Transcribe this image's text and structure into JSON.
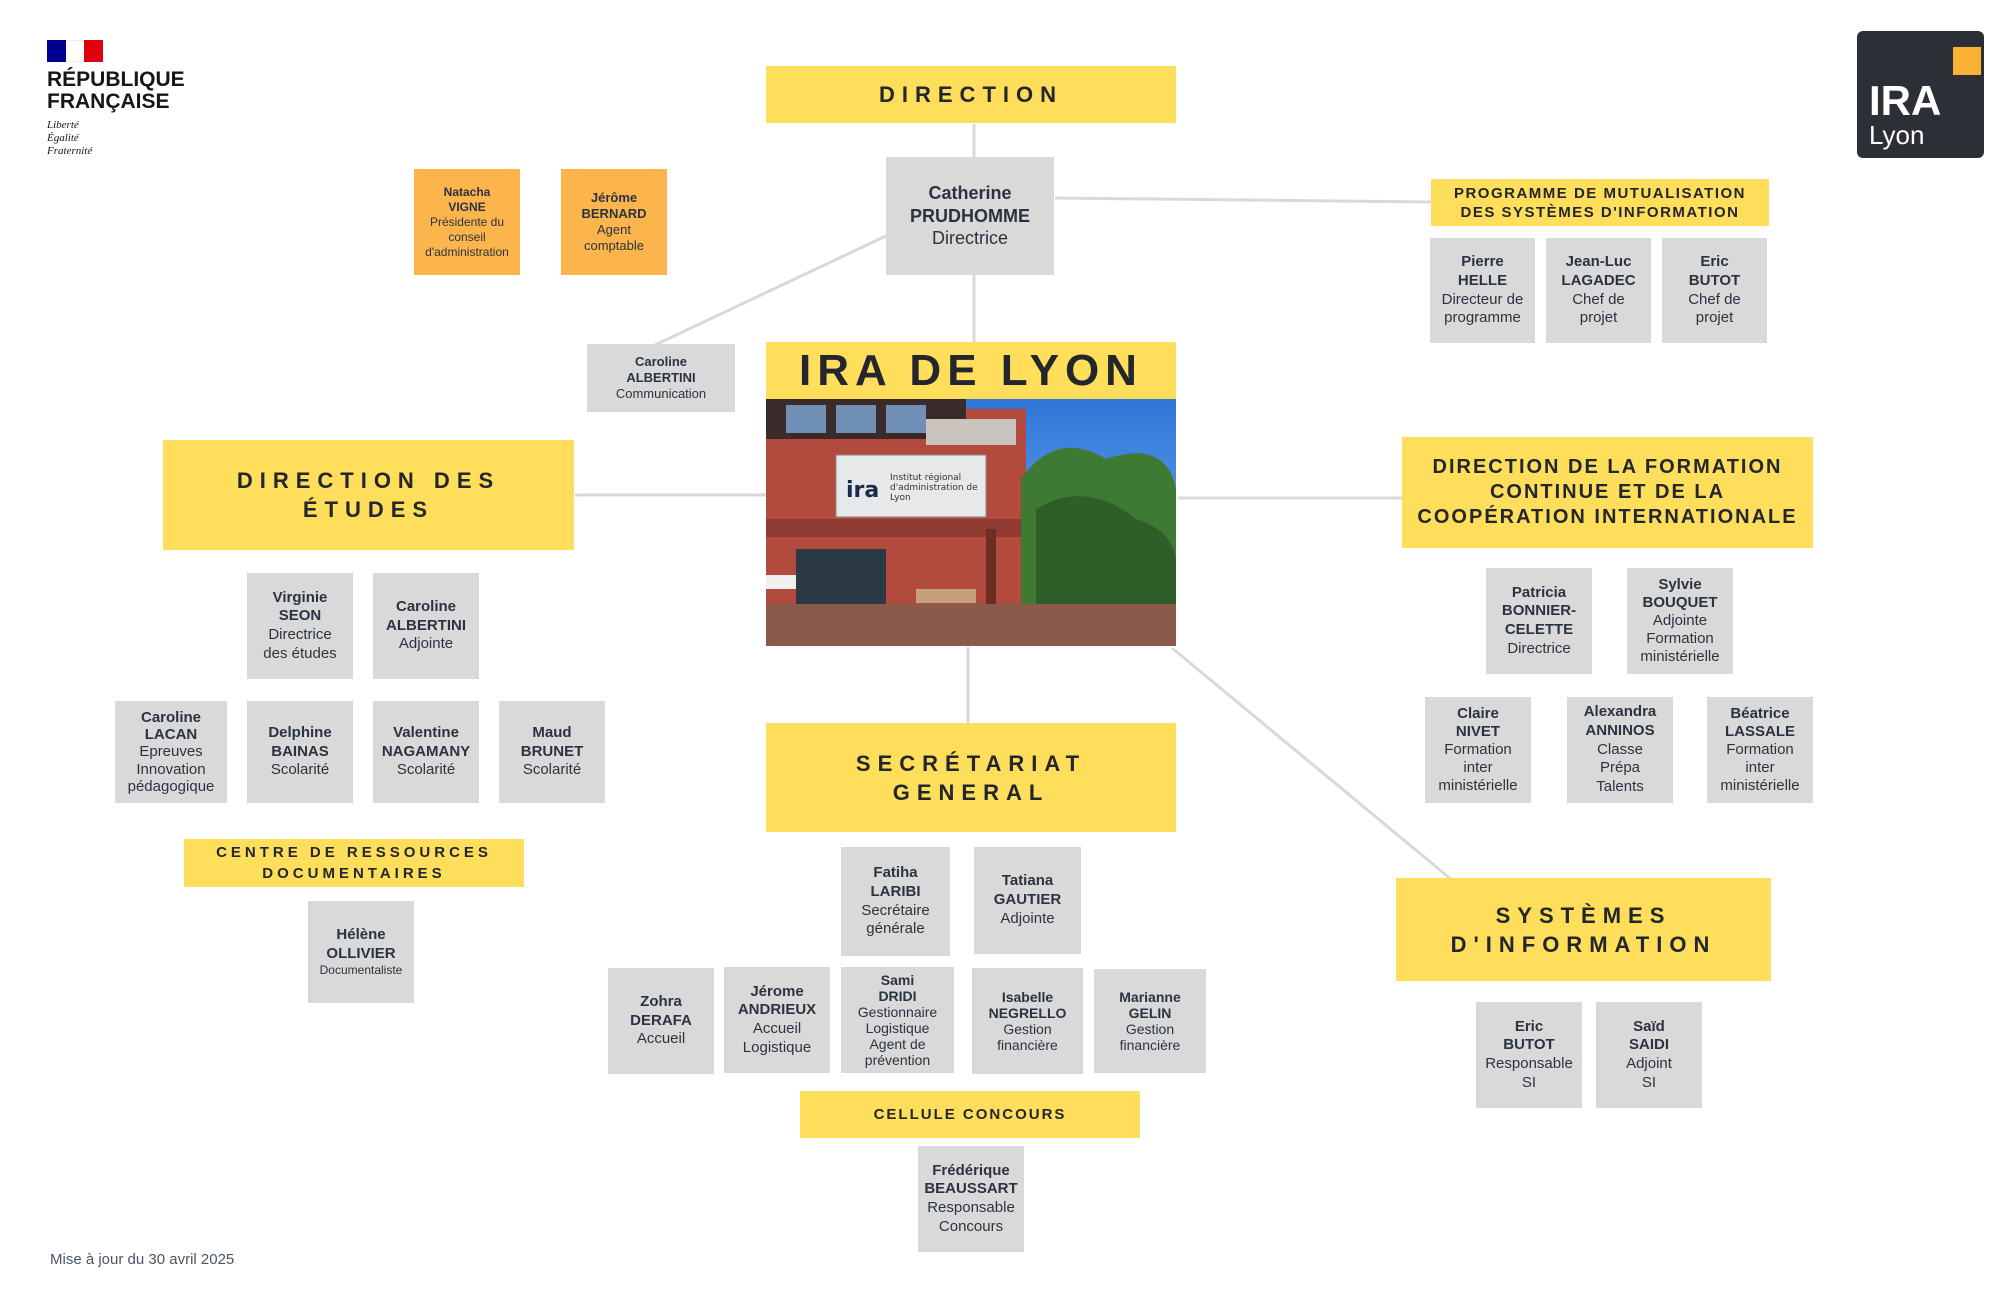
{
  "logo_left": {
    "line1": "RÉPUBLIQUE",
    "line2": "FRANÇAISE",
    "motto1": "Liberté",
    "motto2": "Égalité",
    "motto3": "Fraternité",
    "flag_colors": [
      "#000091",
      "#ffffff",
      "#e1000f"
    ]
  },
  "logo_right": {
    "line1": "IRA",
    "line2": "Lyon",
    "accent": "#f9b233",
    "bg": "#2c2f36"
  },
  "colors": {
    "heading_bg": "#fede5a",
    "card_bg": "#d9d9d9",
    "external_card_bg": "#fcb54c",
    "connector": "#d9d9d9"
  },
  "center": {
    "title": "IRA DE LYON",
    "photo_sign": "ira",
    "photo_caption": "Institut régional d'administration de Lyon"
  },
  "direction": {
    "heading": "DIRECTION",
    "head": {
      "first": "Catherine",
      "last": "PRUDHOMME",
      "role": "Directrice"
    },
    "council": [
      {
        "first": "Natacha",
        "last": "VIGNE",
        "role": "Présidente du conseil d'administration"
      },
      {
        "first": "Jérôme",
        "last": "BERNARD",
        "role": "Agent comptable"
      }
    ],
    "communication": {
      "first": "Caroline",
      "last": "ALBERTINI",
      "role": "Communication"
    }
  },
  "mutualisation": {
    "heading_line1": "PROGRAMME DE MUTUALISATION",
    "heading_line2": "DES SYSTÈMES D'INFORMATION",
    "members": [
      {
        "first": "Pierre",
        "last": "HELLE",
        "role": "Directeur de programme"
      },
      {
        "first": "Jean-Luc",
        "last": "LAGADEC",
        "role": "Chef de projet"
      },
      {
        "first": "Eric",
        "last": "BUTOT",
        "role": "Chef de projet"
      }
    ]
  },
  "etudes": {
    "heading_line1": "DIRECTION DES",
    "heading_line2": "ÉTUDES",
    "leads": [
      {
        "first": "Virginie",
        "last": "SEON",
        "role": "Directrice des études"
      },
      {
        "first": "Caroline",
        "last": "ALBERTINI",
        "role": "Adjointe"
      }
    ],
    "members": [
      {
        "first": "Caroline",
        "last": "LACAN",
        "role": "Epreuves Innovation pédagogique"
      },
      {
        "first": "Delphine",
        "last": "BAINAS",
        "role": "Scolarité"
      },
      {
        "first": "Valentine",
        "last": "NAGAMANY",
        "role": "Scolarité"
      },
      {
        "first": "Maud",
        "last": "BRUNET",
        "role": "Scolarité"
      }
    ],
    "crd": {
      "heading_line1": "CENTRE DE RESSOURCES",
      "heading_line2": "DOCUMENTAIRES",
      "member": {
        "first": "Hélène",
        "last": "OLLIVIER",
        "role": "Documentaliste"
      }
    }
  },
  "formation": {
    "heading_line1": "DIRECTION DE LA FORMATION",
    "heading_line2": "CONTINUE ET DE LA",
    "heading_line3": "COOPÉRATION INTERNATIONALE",
    "leads": [
      {
        "first": "Patricia",
        "last": "BONNIER-CELETTE",
        "last_a": "BONNIER-",
        "last_b": "CELETTE",
        "role": "Directrice"
      },
      {
        "first": "Sylvie",
        "last": "BOUQUET",
        "role": "Adjointe Formation ministérielle"
      }
    ],
    "members": [
      {
        "first": "Claire",
        "last": "NIVET",
        "role": "Formation inter ministérielle"
      },
      {
        "first": "Alexandra",
        "last": "ANNINOS",
        "role": "Classe Prépa Talents"
      },
      {
        "first": "Béatrice",
        "last": "LASSALE",
        "role": "Formation inter ministérielle"
      }
    ]
  },
  "secretariat": {
    "heading_line1": "SECRÉTARIAT",
    "heading_line2": "GENERAL",
    "leads": [
      {
        "first": "Fatiha",
        "last": "LARIBI",
        "role": "Secrétaire générale"
      },
      {
        "first": "Tatiana",
        "last": "GAUTIER",
        "role": "Adjointe"
      }
    ],
    "members": [
      {
        "first": "Zohra",
        "last": "DERAFA",
        "role": "Accueil"
      },
      {
        "first": "Jérome",
        "last": "ANDRIEUX",
        "role": "Accueil Logistique"
      },
      {
        "first": "Sami",
        "last": "DRIDI",
        "role": "Gestionnaire Logistique Agent de prévention"
      },
      {
        "first": "Isabelle",
        "last": "NEGRELLO",
        "role": "Gestion financière"
      },
      {
        "first": "Marianne",
        "last": "GELIN",
        "role": "Gestion financière"
      }
    ],
    "concours": {
      "heading": "CELLULE CONCOURS",
      "member": {
        "first": "Frédérique",
        "last": "BEAUSSART",
        "role": "Responsable Concours"
      }
    }
  },
  "si": {
    "heading_line1": "SYSTÈMES",
    "heading_line2": "D'INFORMATION",
    "members": [
      {
        "first": "Eric",
        "last": "BUTOT",
        "role": "Responsable SI"
      },
      {
        "first": "Saïd",
        "last": "SAIDI",
        "role": "Adjoint SI"
      }
    ]
  },
  "footer": {
    "update": "Mise à jour du 30 avril 2025"
  }
}
